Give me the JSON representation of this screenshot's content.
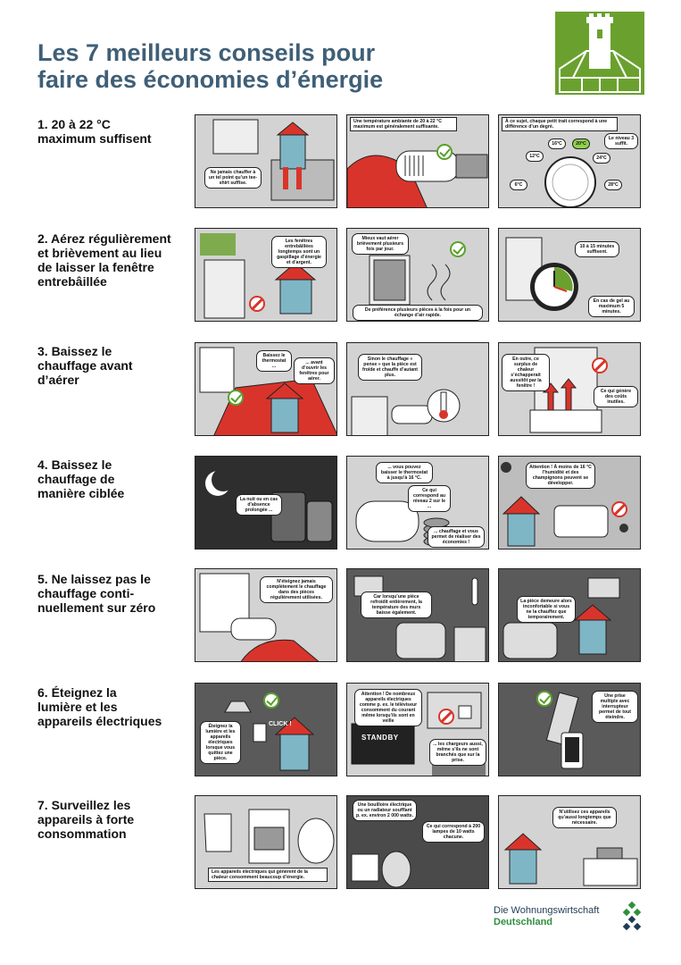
{
  "title_line1": "Les 7 meilleurs conseils pour",
  "title_line2": "faire des économies d’énergie",
  "tips": [
    {
      "title": "1. 20 à 22 °C\nmaximum suffisent",
      "p1": {
        "bubble": "Ne jamais chauffer à un tel point qu’un tee-shirt suffise."
      },
      "p2": {
        "caption": "Une température ambiante de 20 à 22 °C maximum est généralement suffisante."
      },
      "p3": {
        "caption": "À ce sujet, chaque petit trait correspond à une différence d’un degré.",
        "bubble": "Le niveau 3 suffit.",
        "temps": [
          "16°C",
          "20°C",
          "24°C",
          "12°C",
          "28°C",
          "6°C"
        ]
      }
    },
    {
      "title": "2. Aérez régulièrement\net brièvement au lieu\nde laisser la fenêtre\nentrebâillée",
      "p1": {
        "bubble": "Les fenêtres entrebâillées longtemps sont un gaspillage d’énergie et d’argent."
      },
      "p2": {
        "bubble1": "Mieux vaut aérer brièvement plusieurs fois par jour.",
        "bubble2": "De préférence plusieurs pièces à la fois pour un échange d’air rapide."
      },
      "p3": {
        "bubble1": "10 à 15 minutes suffisent.",
        "bubble2": "En cas de gel au maximum 5 minutes."
      }
    },
    {
      "title": "3. Baissez le\nchauffage avant\nd’aérer",
      "p1": {
        "bubble1": "Baissez le thermostat ...",
        "bubble2": "... avant d’ouvrir les fenêtres pour aérer."
      },
      "p2": {
        "bubble": "Sinon le chauffage « pense » que la pièce est froide et chauffe d’autant plus."
      },
      "p3": {
        "bubble1": "En outre, ce surplus de chaleur s’échapperait aussitôt par la fenêtre !",
        "bubble2": "Ce qui génère des coûts inutiles."
      }
    },
    {
      "title": "4. Baissez le\nchauffage de\nmanière ciblée",
      "p1": {
        "bubble": "La nuit ou en cas d’absence prolongée ..."
      },
      "p2": {
        "bubble1": "... vous pouvez baisser le thermostat à jusqu’à 16 °C.",
        "bubble2": "Ce qui correspond au niveau 2 sur le ...",
        "bubble3": "... chauffage et vous permet de réaliser des économies !"
      },
      "p3": {
        "bubble": "Attention ! À moins de 16 °C l’humidité et des champignons peuvent se développer."
      }
    },
    {
      "title": "5. Ne laissez pas le\nchauffage conti-\nnuellement sur zéro",
      "p1": {
        "bubble": "N’éteignez jamais complètement le chauffage dans des pièces régulièrement utilisées."
      },
      "p2": {
        "bubble": "Car lorsqu’une pièce refroidit entièrement, la température des murs baisse également."
      },
      "p3": {
        "bubble": "La pièce demeure alors inconfortable si vous ne la chauffez que temporairement."
      }
    },
    {
      "title": "6. Éteignez la\nlumière et les\nappareils électriques",
      "p1": {
        "bubble": "Éteignez la lumière et les appareils électriques lorsque vous quittez une pièce.",
        "sound": "CLICK !"
      },
      "p2": {
        "bubble1": "Attention ! De nombreux appareils électriques comme p. ex. le téléviseur consomment du courant même lorsqu’ils sont en veille",
        "screen": "STANDBY",
        "bubble2": "... les chargeurs aussi, même s’ils ne sont branchés que sur la prise."
      },
      "p3": {
        "bubble": "Une prise multiple avec interrupteur permet de tout éteindre."
      }
    },
    {
      "title": "7. Surveillez les\nappareils à forte\nconsommation",
      "p1": {
        "caption": "Les appareils électriques qui génèrent de la chaleur consomment beaucoup d’énergie."
      },
      "p2": {
        "bubble1": "Une bouilloire électrique ou un radiateur soufflant p. ex. environ 2 000 watts.",
        "bubble2": "Ce qui correspond à 200 lampes de 10 watts chacune."
      },
      "p3": {
        "bubble": "N’utilisez ces appareils qu’aussi longtemps que nécessaire."
      }
    }
  ],
  "footer": {
    "line1": "Die Wohnungswirtschaft",
    "line2": "Deutschland"
  },
  "colors": {
    "accent_green": "#6aa12e",
    "title_blue": "#3f5f77",
    "alert_red": "#d9342b",
    "house_blue": "#7fb6c6"
  }
}
